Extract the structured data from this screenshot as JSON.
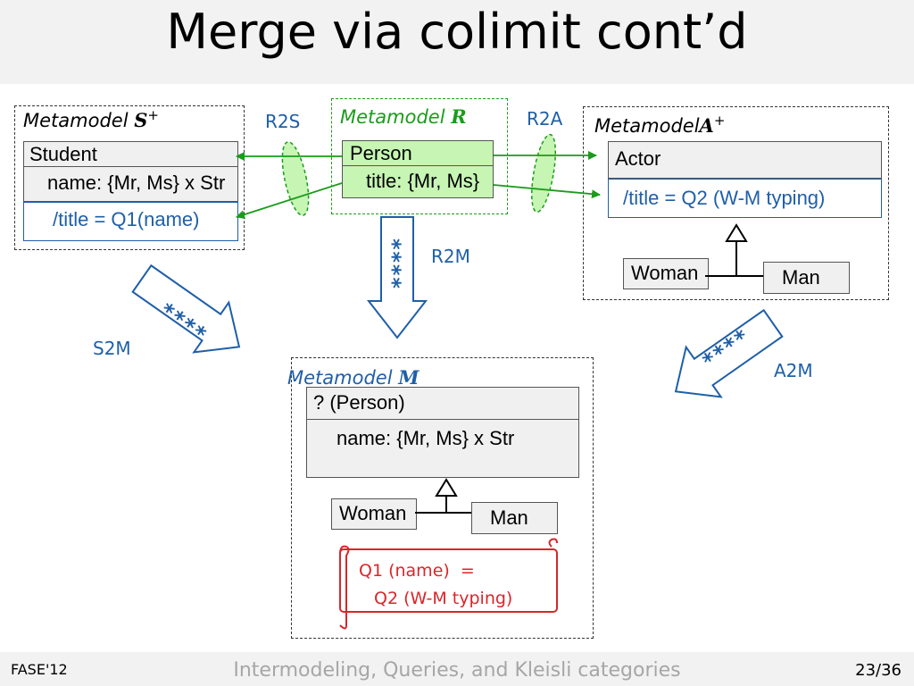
{
  "slide": {
    "title": "Merge via colimit cont’d",
    "footer_left": "FASE'12",
    "footer_center": "Intermodeling, Queries, and Kleisli categories",
    "page_number": "23/36"
  },
  "metamodels": {
    "s": {
      "prefix": "Metamodel",
      "letter": "S",
      "sup": "+"
    },
    "r": {
      "prefix": "Metamodel",
      "letter": "R"
    },
    "a": {
      "prefix": "Metamodel",
      "letter": "A",
      "sup": "+"
    },
    "m": {
      "prefix": "Metamodel",
      "letter": "M"
    }
  },
  "classes": {
    "student": {
      "name": "Student",
      "attr": "name: {Mr, Ms} x Str",
      "derived": "/title = Q1(name)"
    },
    "person": {
      "name": "Person",
      "attr": "title: {Mr, Ms}"
    },
    "actor": {
      "name": "Actor",
      "derived": "/title = Q2 (W-M typing)"
    },
    "woman_a": {
      "name": "Woman"
    },
    "man_a": {
      "name": "Man"
    },
    "merged": {
      "name": "? (Person)",
      "attr": "name: {Mr, Ms} x Str"
    },
    "woman_m": {
      "name": "Woman"
    },
    "man_m": {
      "name": "Man"
    }
  },
  "mappings": {
    "r2s": "R2S",
    "r2a": "R2A",
    "r2m": "R2M",
    "s2m": "S2M",
    "a2m": "A2M",
    "stars": "****"
  },
  "constraint": {
    "line1": "Q1 (name)  =",
    "line2": "Q2 (W-M typing)"
  },
  "colors": {
    "blue": "#1f5fa8",
    "green": "#1a9c1a",
    "light_green": "#c6f5b4",
    "gray_fill": "#f0f0f0",
    "red": "#d9262b"
  }
}
